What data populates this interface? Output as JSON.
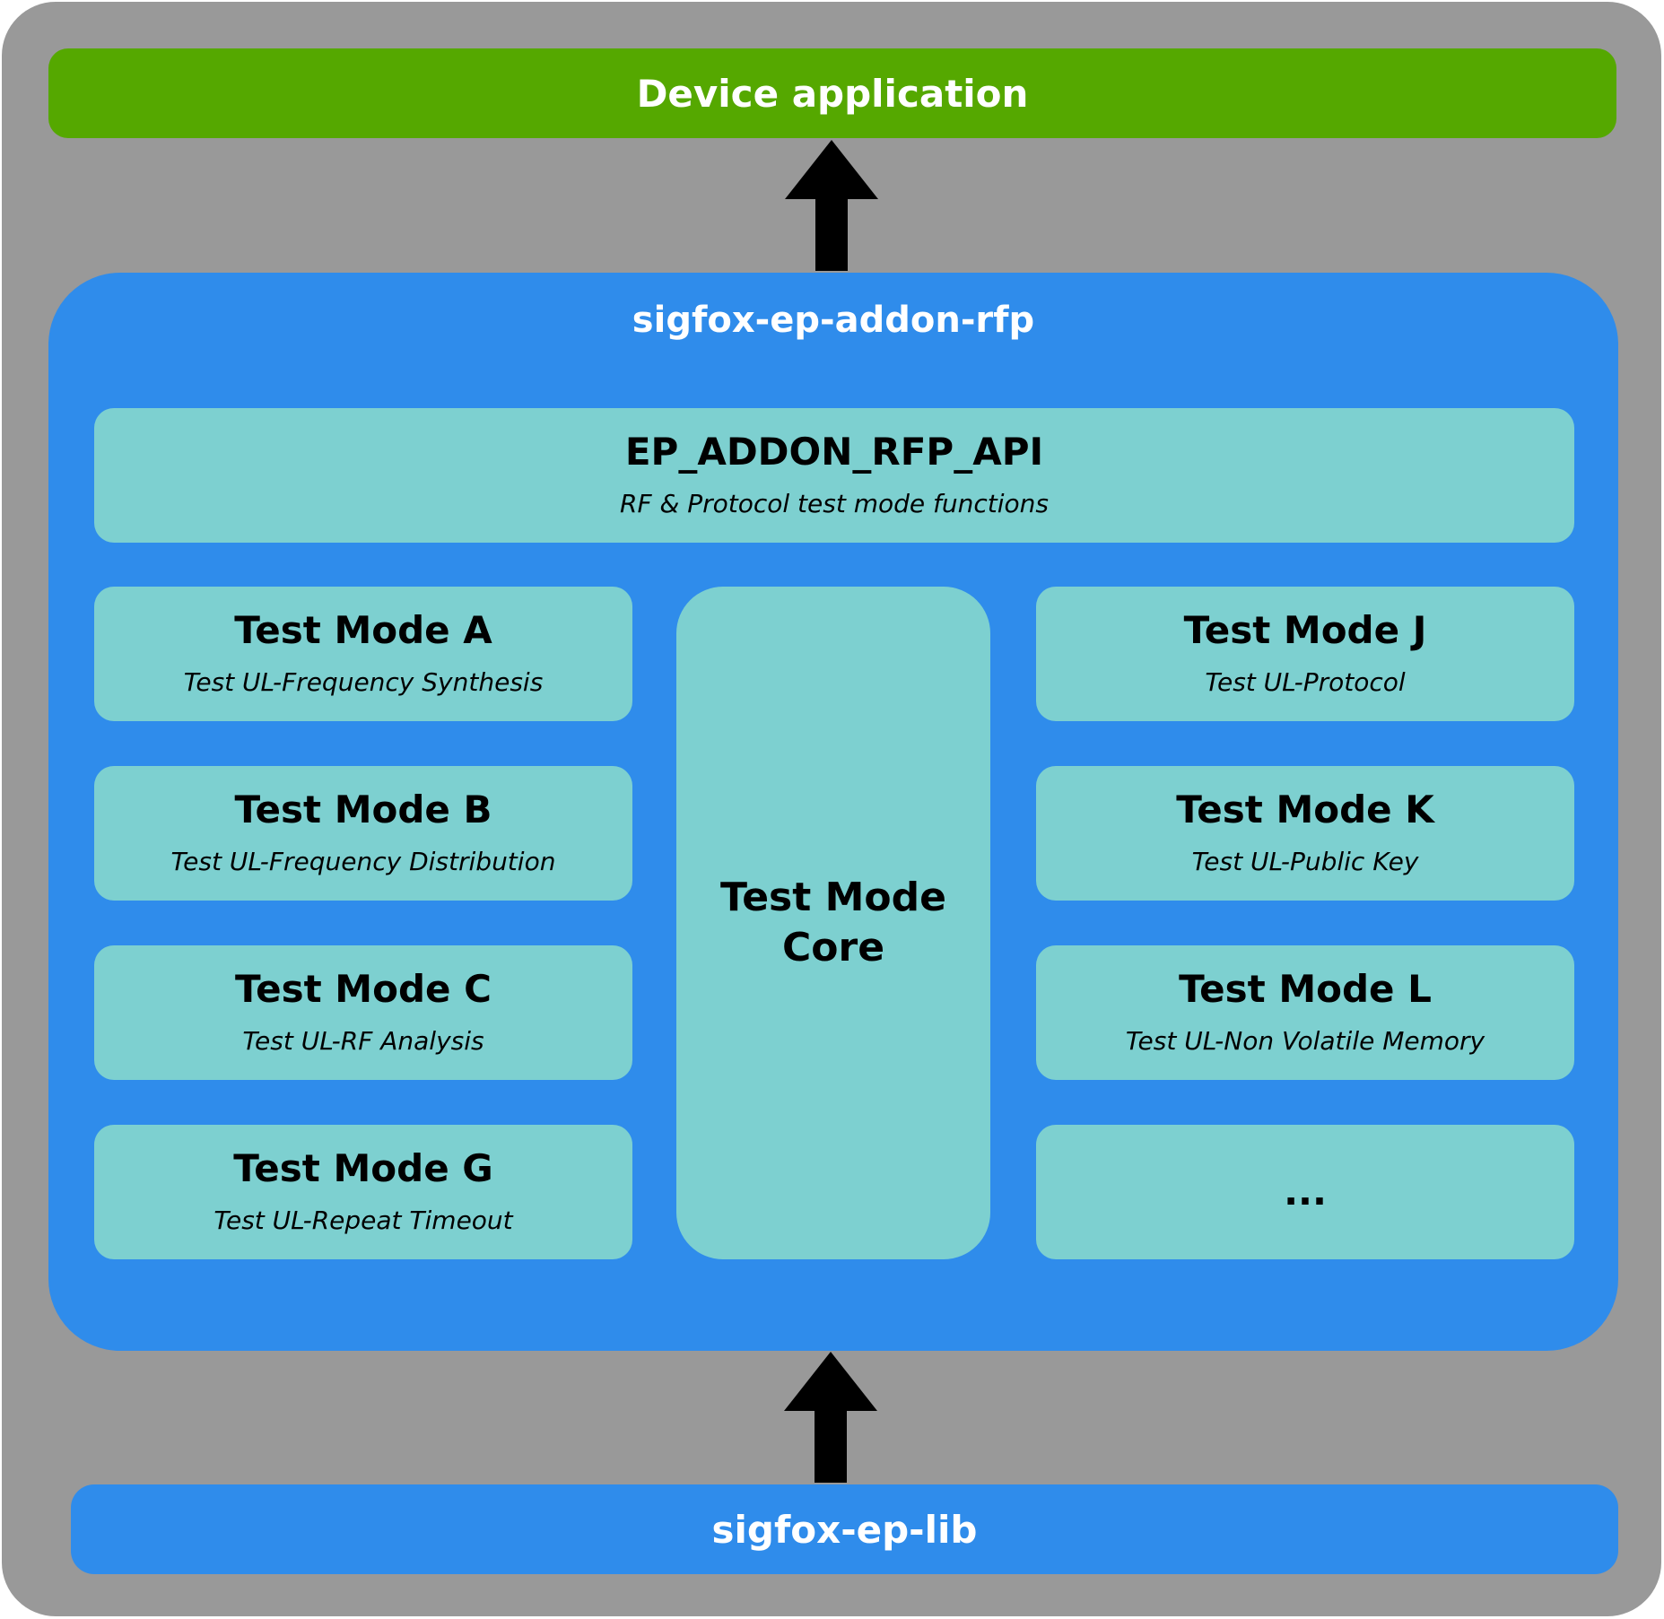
{
  "device_application": {
    "label": "Device application"
  },
  "addon_rfp": {
    "title": "sigfox-ep-addon-rfp",
    "api": {
      "title": "EP_ADDON_RFP_API",
      "subtitle": "RF & Protocol test mode functions"
    },
    "core": {
      "line1": "Test Mode",
      "line2": "Core"
    },
    "left_modes": [
      {
        "title": "Test Mode A",
        "subtitle": "Test UL-Frequency Synthesis"
      },
      {
        "title": "Test Mode B",
        "subtitle": "Test UL-Frequency Distribution"
      },
      {
        "title": "Test Mode C",
        "subtitle": "Test UL-RF Analysis"
      },
      {
        "title": "Test Mode G",
        "subtitle": "Test UL-Repeat Timeout"
      }
    ],
    "right_modes": [
      {
        "title": "Test Mode J",
        "subtitle": "Test UL-Protocol"
      },
      {
        "title": "Test Mode K",
        "subtitle": "Test UL-Public Key"
      },
      {
        "title": "Test Mode L",
        "subtitle": "Test UL-Non Volatile Memory"
      },
      {
        "title": "...",
        "subtitle": ""
      }
    ]
  },
  "ep_lib": {
    "label": "sigfox-ep-lib"
  },
  "colors": {
    "background": "#999999",
    "device_application": "#55a800",
    "sigfox_block": "#2f8ceb",
    "module_box": "#7dd0d0",
    "arrow": "#000000"
  }
}
